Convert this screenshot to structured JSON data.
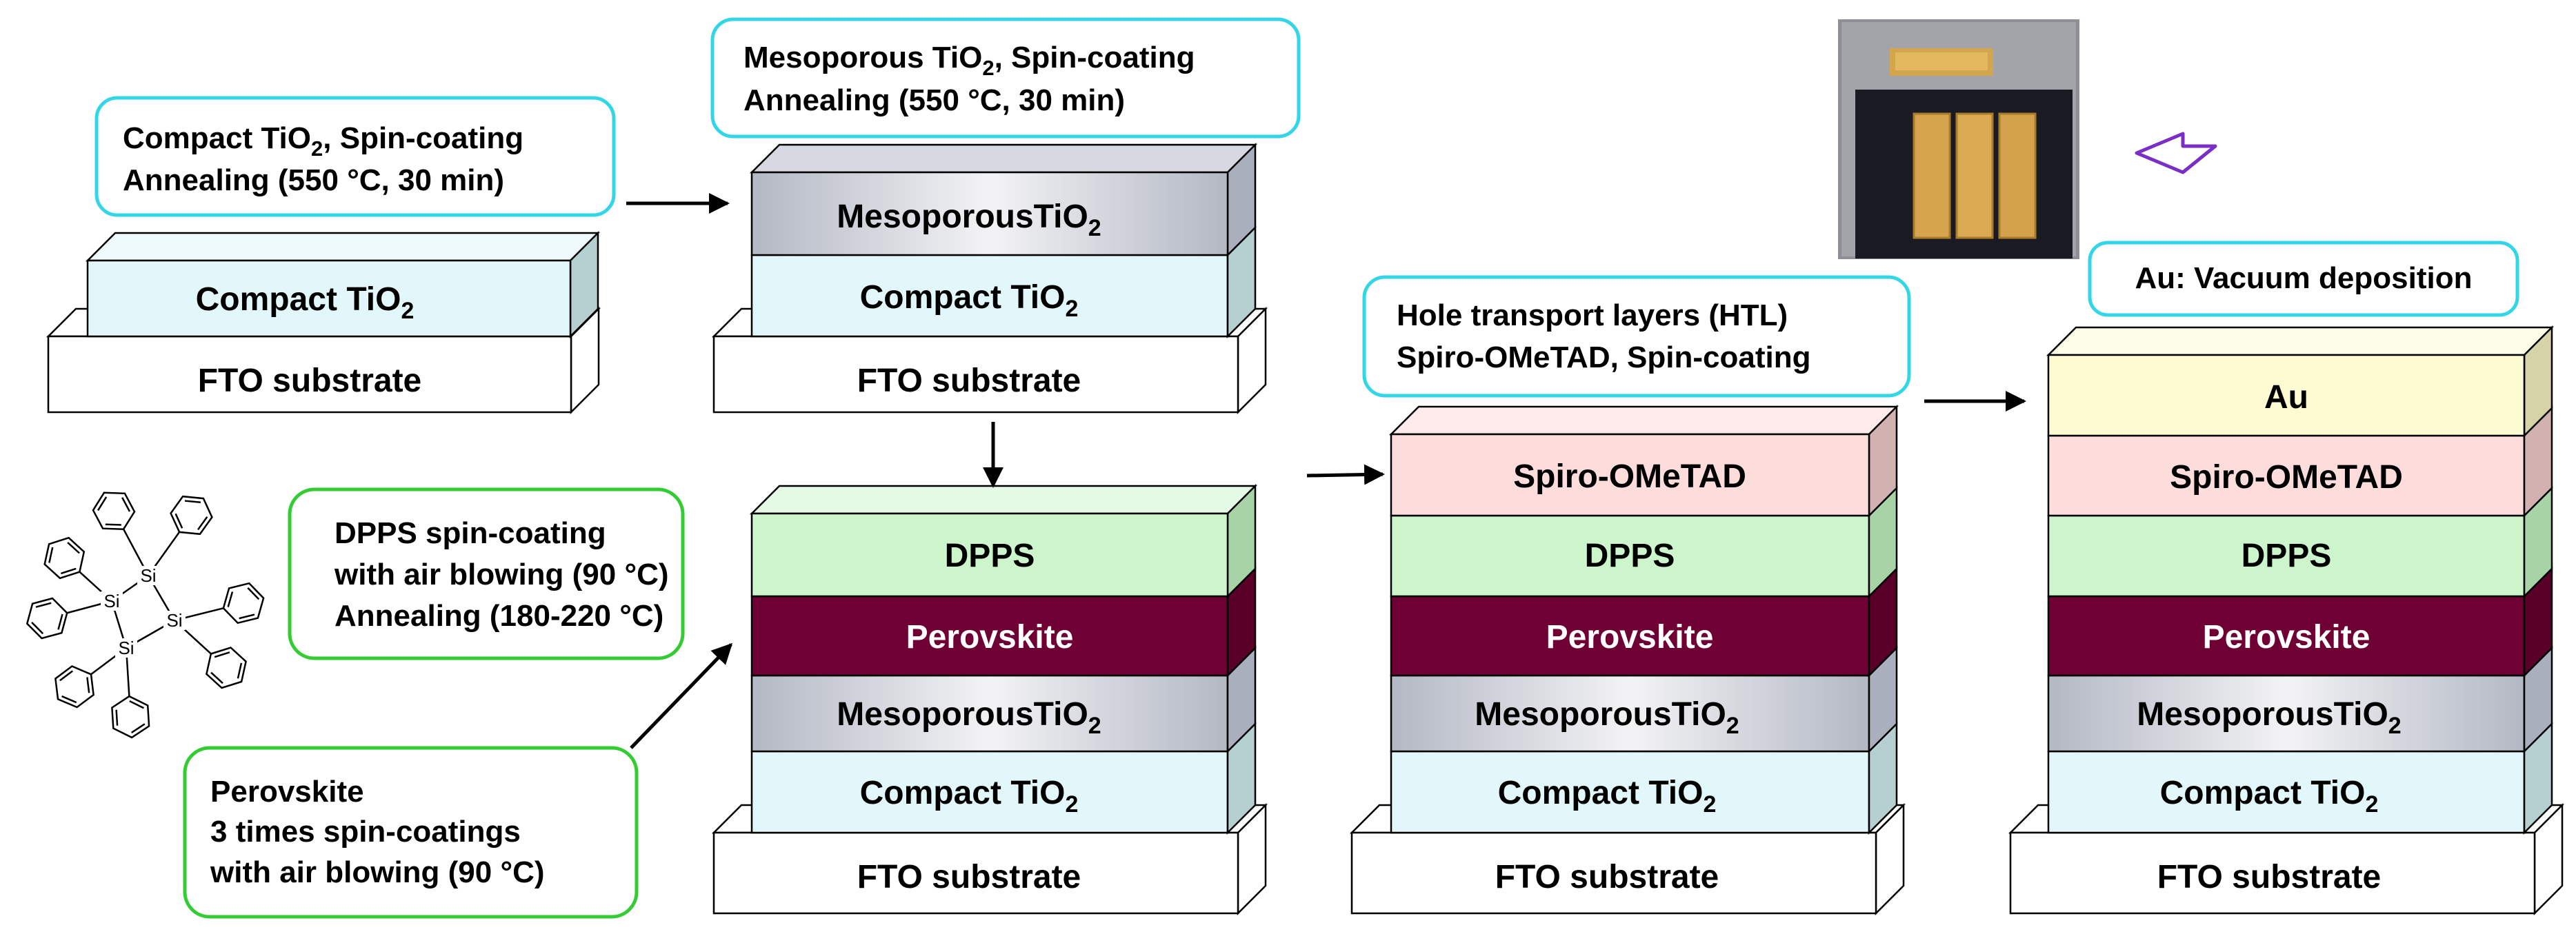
{
  "diagram": {
    "layers": {
      "fto": "FTO substrate",
      "compact": "Compact TiO",
      "meso": "MesoporousTiO",
      "perovskite": "Perovskite",
      "dpps": "DPPS",
      "spiro": "Spiro-OMeTAD",
      "au": "Au",
      "subscript": "2"
    },
    "callouts": {
      "compact": {
        "line1_pre": "Compact TiO",
        "line1_sub": "2",
        "line1_post": ", Spin-coating",
        "line2": "Annealing (550 °C, 30 min)"
      },
      "meso": {
        "line1_pre": "Mesoporous TiO",
        "line1_sub": "2",
        "line1_post": ", Spin-coating",
        "line2": "Annealing (550 °C, 30 min)"
      },
      "dpps": {
        "line1": "DPPS spin-coating",
        "line2": "with air blowing (90 °C)",
        "line3": "Annealing (180-220 °C)"
      },
      "perovskite": {
        "line1": "Perovskite",
        "line2": "3 times spin-coatings",
        "line3": "with air blowing (90 °C)"
      },
      "htl": {
        "line1": "Hole transport layers (HTL)",
        "line2": "Spiro-OMeTAD, Spin-coating"
      },
      "au": {
        "line1": "Au: Vacuum deposition"
      }
    },
    "molecule": {
      "atom": "Si"
    },
    "colors": {
      "callout_cyan": "#33d6e6",
      "callout_green": "#33cc33",
      "compact": "#e2f7f9",
      "meso": "#c2c6cf",
      "perovskite": "#6e0033",
      "dpps": "#ccf5cc",
      "spiro": "#fddcdc",
      "au": "#fdfbd2",
      "arrow_purple": "#7a2ec7"
    }
  }
}
